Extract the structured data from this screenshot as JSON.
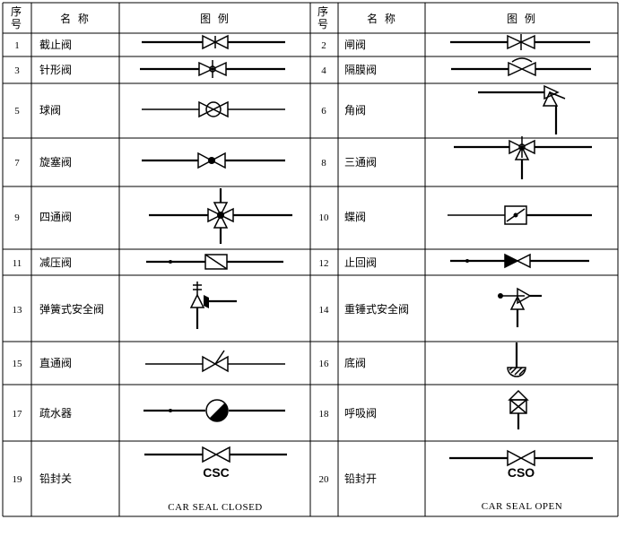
{
  "header": {
    "no_label": "序号",
    "name_label": "名 称",
    "symbol_label": "图 例"
  },
  "rows": [
    {
      "left": {
        "no": "1",
        "name": "截止阀",
        "icon": "globe-valve"
      },
      "right": {
        "no": "2",
        "name": "闸阀",
        "icon": "gate-valve"
      }
    },
    {
      "left": {
        "no": "3",
        "name": "针形阀",
        "icon": "needle-valve"
      },
      "right": {
        "no": "4",
        "name": "隔膜阀",
        "icon": "diaphragm-valve"
      }
    },
    {
      "left": {
        "no": "5",
        "name": "球阀",
        "icon": "ball-valve"
      },
      "right": {
        "no": "6",
        "name": "角阀",
        "icon": "angle-valve"
      }
    },
    {
      "left": {
        "no": "7",
        "name": "旋塞阀",
        "icon": "plug-valve"
      },
      "right": {
        "no": "8",
        "name": "三通阀",
        "icon": "three-way-valve"
      }
    },
    {
      "left": {
        "no": "9",
        "name": "四通阀",
        "icon": "four-way-valve"
      },
      "right": {
        "no": "10",
        "name": "蝶阀",
        "icon": "butterfly-valve"
      }
    },
    {
      "left": {
        "no": "11",
        "name": "减压阀",
        "icon": "pressure-reducing-valve"
      },
      "right": {
        "no": "12",
        "name": "止回阀",
        "icon": "check-valve"
      }
    },
    {
      "left": {
        "no": "13",
        "name": "弹簧式安全阀",
        "icon": "spring-safety-valve"
      },
      "right": {
        "no": "14",
        "name": "重锤式安全阀",
        "icon": "weight-safety-valve"
      }
    },
    {
      "left": {
        "no": "15",
        "name": "直通阀",
        "icon": "straight-through-valve"
      },
      "right": {
        "no": "16",
        "name": "底阀",
        "icon": "foot-valve"
      }
    },
    {
      "left": {
        "no": "17",
        "name": "疏水器",
        "icon": "steam-trap"
      },
      "right": {
        "no": "18",
        "name": "呼吸阀",
        "icon": "breather-valve"
      }
    },
    {
      "left": {
        "no": "19",
        "name": "铅封关",
        "icon": "car-seal-closed-valve",
        "code": "CSC",
        "caption": "CAR SEAL CLOSED"
      },
      "right": {
        "no": "20",
        "name": "铅封开",
        "icon": "car-seal-open-valve",
        "code": "CSO",
        "caption": "CAR SEAL OPEN"
      }
    }
  ]
}
